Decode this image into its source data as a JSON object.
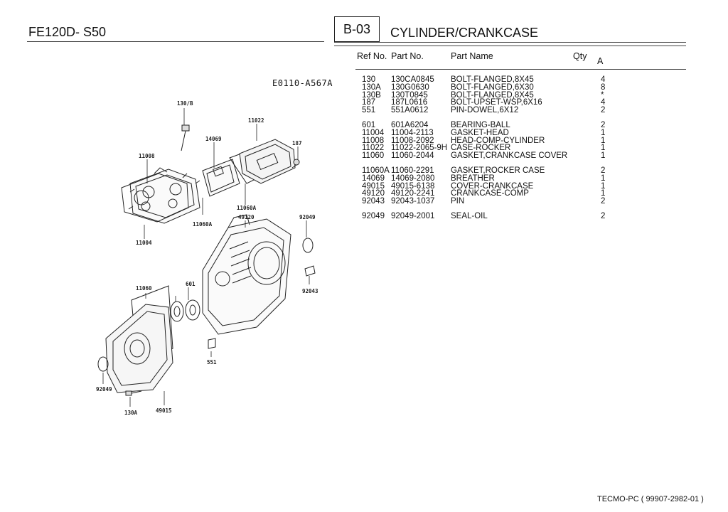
{
  "header": {
    "model": "FE120D- S50",
    "section_code": "B-03",
    "section_title": "CYLINDER/CRANKCASE"
  },
  "diagram": {
    "code": "E0110-A567A",
    "callouts": [
      "130/B",
      "11022",
      "14069",
      "187",
      "11008",
      "11060A",
      "49120",
      "92049",
      "11004",
      "601",
      "11060",
      "92043",
      "551",
      "130A",
      "49015"
    ]
  },
  "table": {
    "headers": {
      "ref": "Ref No.",
      "part": "Part No.",
      "name": "Part Name",
      "qty": "Qty",
      "variant": "A"
    },
    "groups": [
      [
        {
          "ref": "130",
          "part": "130CA0845",
          "name": "BOLT-FLANGED,8X45",
          "qty": "4"
        },
        {
          "ref": "130A",
          "part": "130G0630",
          "name": "BOLT-FLANGED,6X30",
          "qty": "8"
        },
        {
          "ref": "130B",
          "part": "130T0845",
          "name": "BOLT-FLANGED,8X45",
          "qty": "*"
        },
        {
          "ref": "187",
          "part": "187L0616",
          "name": "BOLT-UPSET-WSP,6X16",
          "qty": "4"
        },
        {
          "ref": "551",
          "part": "551A0612",
          "name": "PIN-DOWEL,6X12",
          "qty": "2"
        }
      ],
      [
        {
          "ref": "601",
          "part": "601A6204",
          "name": "BEARING-BALL",
          "qty": "2"
        },
        {
          "ref": "11004",
          "part": "11004-2113",
          "name": "GASKET-HEAD",
          "qty": "1"
        },
        {
          "ref": "11008",
          "part": "11008-2092",
          "name": "HEAD-COMP-CYLINDER",
          "qty": "1"
        },
        {
          "ref": "11022",
          "part": "11022-2065-9H",
          "name": "CASE-ROCKER",
          "qty": "1"
        },
        {
          "ref": "11060",
          "part": "11060-2044",
          "name": "GASKET,CRANKCASE COVER",
          "qty": "1"
        }
      ],
      [
        {
          "ref": "11060A",
          "part": "11060-2291",
          "name": "GASKET,ROCKER CASE",
          "qty": "2"
        },
        {
          "ref": "14069",
          "part": "14069-2080",
          "name": "BREATHER",
          "qty": "1"
        },
        {
          "ref": "49015",
          "part": "49015-6138",
          "name": "COVER-CRANKCASE",
          "qty": "1"
        },
        {
          "ref": "49120",
          "part": "49120-2241",
          "name": "CRANKCASE-COMP",
          "qty": "1"
        },
        {
          "ref": "92043",
          "part": "92043-1037",
          "name": "PIN",
          "qty": "2"
        }
      ],
      [
        {
          "ref": "92049",
          "part": "92049-2001",
          "name": "SEAL-OIL",
          "qty": "2"
        }
      ]
    ]
  },
  "footer": {
    "text": "TECMO-PC ( 99907-2982-01 )"
  }
}
